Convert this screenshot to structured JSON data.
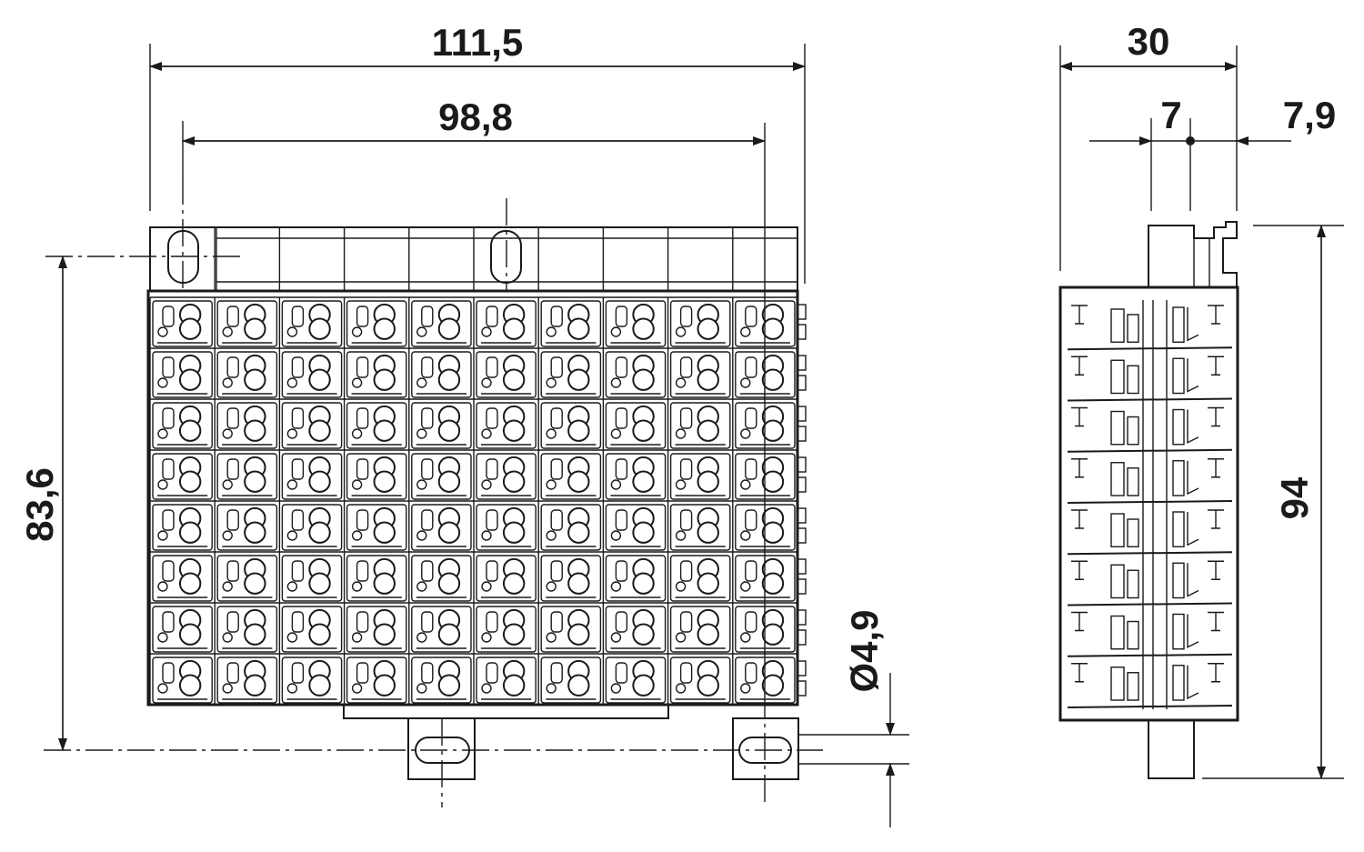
{
  "dimensions": {
    "overall_width": "111,5",
    "hole_spacing": "98,8",
    "height_front": "83,6",
    "hole_diameter": "Ø4,9",
    "depth": "30",
    "offset_left": "7",
    "offset_right": "7,9",
    "height_side": "94"
  },
  "terminal_block": {
    "columns": 10,
    "rows": 8
  },
  "side_view": {
    "levels": 8
  }
}
